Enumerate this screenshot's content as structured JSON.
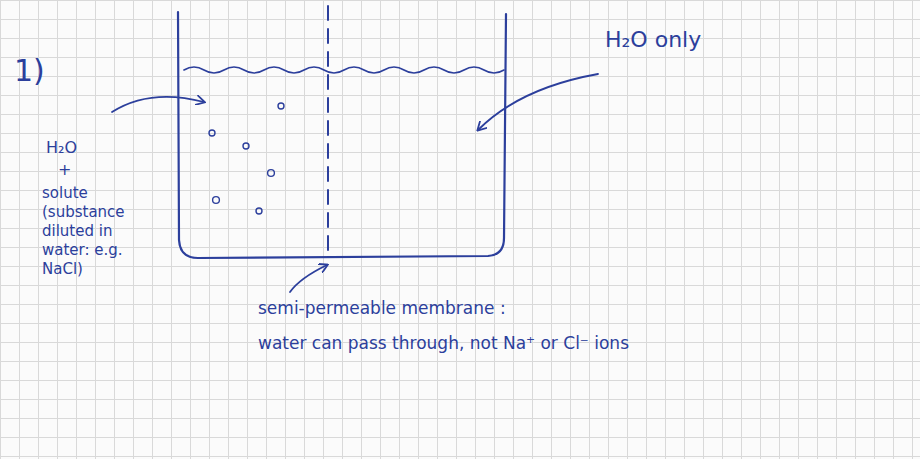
{
  "diagram": {
    "labels": [
      "1)",
      "H₂O only",
      "H₂O",
      "+",
      "solute (substance diluted in water: e.g. NaCl)",
      "semi-permeable membrane :",
      "water can pass through, not Na⁺ or Cl⁻ ions"
    ]
  }
}
